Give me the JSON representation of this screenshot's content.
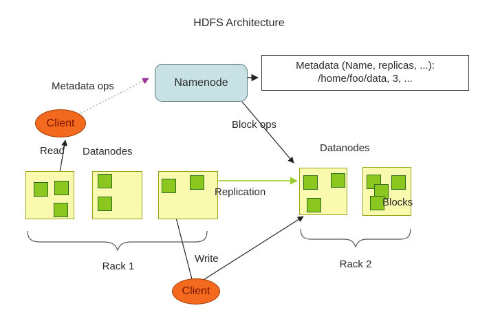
{
  "title": "HDFS Architecture",
  "namenode": {
    "label": "Namenode"
  },
  "metadata_box": {
    "line1": "Metadata (Name, replicas, ...):",
    "line2": "/home/foo/data, 3, ..."
  },
  "clients": {
    "top": "Client",
    "bottom": "Client"
  },
  "labels": {
    "metadata_ops": "Metadata ops",
    "block_ops": "Block ops",
    "read": "Read",
    "write": "Write",
    "replication": "Replication",
    "datanodes_left": "Datanodes",
    "datanodes_right": "Datanodes",
    "blocks": "Blocks",
    "rack1": "Rack 1",
    "rack2": "Rack 2"
  },
  "racks": {
    "rack1": {
      "label": "Rack 1",
      "datanode_block_counts": [
        3,
        2,
        2
      ]
    },
    "rack2": {
      "label": "Rack 2",
      "datanode_block_counts": [
        3,
        4
      ]
    }
  },
  "edges": [
    {
      "from": "client-top",
      "to": "namenode",
      "label": "Metadata ops",
      "style": "dashed-purple-arrow"
    },
    {
      "from": "namenode",
      "to": "metadata-box",
      "label": "",
      "style": "black-arrow"
    },
    {
      "from": "namenode",
      "to": "rack2-datanode1",
      "label": "Block ops",
      "style": "black-arrow"
    },
    {
      "from": "rack1-datanode1",
      "to": "client-top",
      "label": "Read",
      "style": "black-arrow"
    },
    {
      "from": "client-bottom",
      "to": "rack1-datanode3",
      "label": "Write",
      "style": "black-arrow"
    },
    {
      "from": "client-bottom",
      "to": "rack2-datanode1",
      "label": "Write",
      "style": "black-arrow"
    },
    {
      "from": "rack1-datanode3",
      "to": "rack2-datanode1",
      "label": "Replication",
      "style": "green-arrow"
    }
  ],
  "colors": {
    "namenode_fill": "#c7e1e4",
    "namenode_border": "#60787e",
    "metadata_border": "#3a3a3a",
    "datanode_fill": "#fafaae",
    "datanode_border": "#9aa41f",
    "block_fill": "#8bc71f",
    "block_border": "#2d6a1e",
    "client_fill": "#f3691d",
    "client_border": "#a03c00",
    "client_text": "#7b1500",
    "replication_line": "#9acd32",
    "metadata_ops_arrowhead": "#993399",
    "line_color": "#222222"
  }
}
